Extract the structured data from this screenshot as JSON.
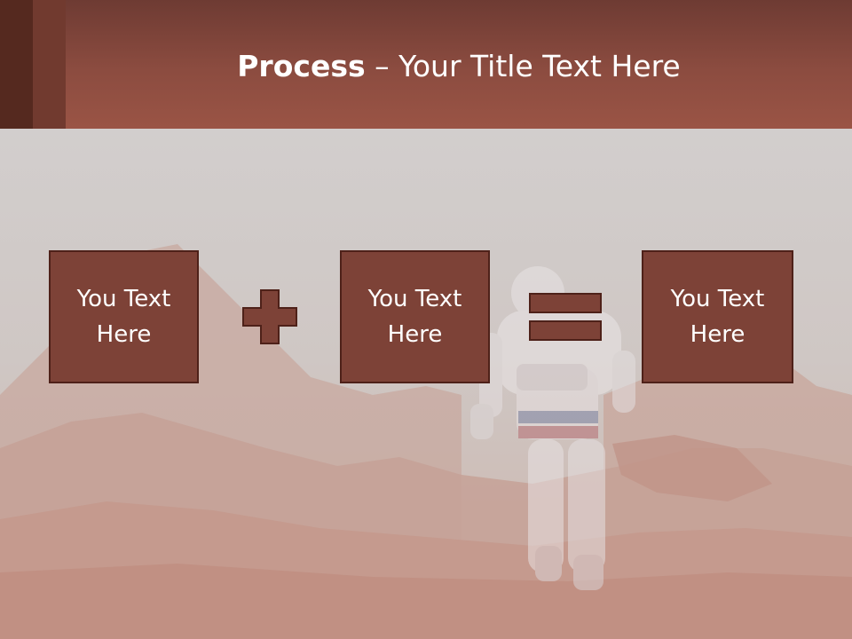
{
  "title": {
    "bold": "Process",
    "rest": " – Your Title Text Here"
  },
  "steps": [
    {
      "label": "You Text Here"
    },
    {
      "label": "You Text Here"
    },
    {
      "label": "You Text Here"
    }
  ],
  "operators": {
    "first": "plus-icon",
    "second": "equals-icon"
  },
  "colors": {
    "header": "#8c4c40",
    "box_fill": "#7d4237",
    "box_border": "#4e2119",
    "operator": "#7d4237",
    "text": "#ffffff"
  }
}
